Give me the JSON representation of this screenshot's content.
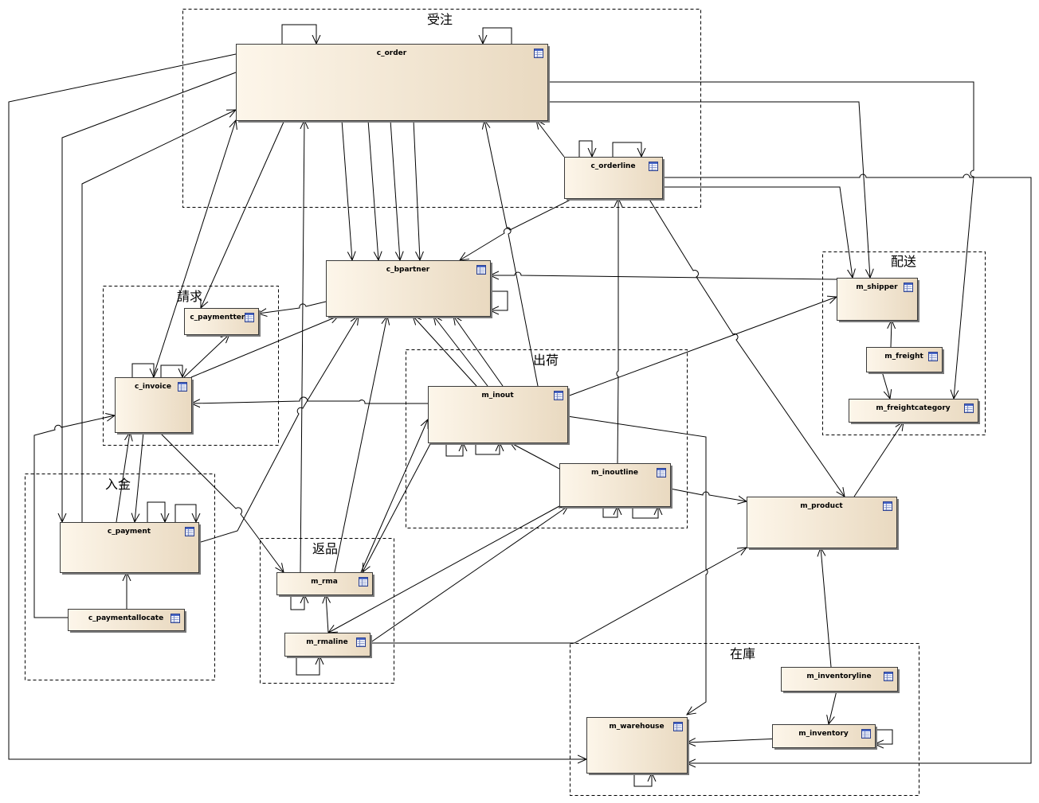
{
  "packages": [
    {
      "id": "juchu",
      "label": "受注"
    },
    {
      "id": "seikyu",
      "label": "請求"
    },
    {
      "id": "nyukin",
      "label": "入金"
    },
    {
      "id": "henpin",
      "label": "返品"
    },
    {
      "id": "shukka",
      "label": "出荷"
    },
    {
      "id": "haiso",
      "label": "配送"
    },
    {
      "id": "zaiko",
      "label": "在庫"
    }
  ],
  "tables": [
    {
      "id": "c_order",
      "label": "c_order"
    },
    {
      "id": "c_orderline",
      "label": "c_orderline"
    },
    {
      "id": "c_bpartner",
      "label": "c_bpartner"
    },
    {
      "id": "c_paymentterm",
      "label": "c_paymentterm"
    },
    {
      "id": "c_invoice",
      "label": "c_invoice"
    },
    {
      "id": "c_payment",
      "label": "c_payment"
    },
    {
      "id": "c_paymentallocate",
      "label": "c_paymentallocate"
    },
    {
      "id": "m_rma",
      "label": "m_rma"
    },
    {
      "id": "m_rmaline",
      "label": "m_rmaline"
    },
    {
      "id": "m_inout",
      "label": "m_inout"
    },
    {
      "id": "m_inoutline",
      "label": "m_inoutline"
    },
    {
      "id": "m_product",
      "label": "m_product"
    },
    {
      "id": "m_shipper",
      "label": "m_shipper"
    },
    {
      "id": "m_freight",
      "label": "m_freight"
    },
    {
      "id": "m_freightcategory",
      "label": "m_freightcategory"
    },
    {
      "id": "m_inventoryline",
      "label": "m_inventoryline"
    },
    {
      "id": "m_inventory",
      "label": "m_inventory"
    },
    {
      "id": "m_warehouse",
      "label": "m_warehouse"
    }
  ],
  "edges": [
    [
      "c_order",
      "c_order"
    ],
    [
      "c_order",
      "c_order"
    ],
    [
      "c_order",
      "c_bpartner"
    ],
    [
      "c_order",
      "c_bpartner"
    ],
    [
      "c_order",
      "c_bpartner"
    ],
    [
      "c_order",
      "c_bpartner"
    ],
    [
      "c_order",
      "c_paymentterm"
    ],
    [
      "c_order",
      "m_shipper"
    ],
    [
      "c_order",
      "m_freightcategory"
    ],
    [
      "c_order",
      "c_payment"
    ],
    [
      "c_order",
      "m_warehouse"
    ],
    [
      "c_orderline",
      "c_order"
    ],
    [
      "c_orderline",
      "c_orderline"
    ],
    [
      "c_orderline",
      "c_orderline"
    ],
    [
      "c_orderline",
      "c_bpartner"
    ],
    [
      "c_orderline",
      "m_shipper"
    ],
    [
      "c_orderline",
      "m_product"
    ],
    [
      "c_orderline",
      "m_warehouse"
    ],
    [
      "c_bpartner",
      "c_bpartner"
    ],
    [
      "c_bpartner",
      "c_paymentterm"
    ],
    [
      "m_shipper",
      "c_bpartner"
    ],
    [
      "c_invoice",
      "c_order"
    ],
    [
      "c_invoice",
      "c_invoice"
    ],
    [
      "c_invoice",
      "c_invoice"
    ],
    [
      "c_invoice",
      "c_paymentterm"
    ],
    [
      "c_invoice",
      "c_bpartner"
    ],
    [
      "c_invoice",
      "m_rma"
    ],
    [
      "c_invoice",
      "c_payment"
    ],
    [
      "c_payment",
      "c_order"
    ],
    [
      "c_payment",
      "c_payment"
    ],
    [
      "c_payment",
      "c_payment"
    ],
    [
      "c_payment",
      "c_invoice"
    ],
    [
      "c_payment",
      "c_bpartner"
    ],
    [
      "c_paymentallocate",
      "c_payment"
    ],
    [
      "c_paymentallocate",
      "c_invoice"
    ],
    [
      "m_rma",
      "c_order"
    ],
    [
      "m_rma",
      "c_bpartner"
    ],
    [
      "m_rma",
      "m_rma"
    ],
    [
      "m_rma",
      "m_inout"
    ],
    [
      "m_rmaline",
      "m_rma"
    ],
    [
      "m_rmaline",
      "m_rmaline"
    ],
    [
      "m_rmaline",
      "m_inoutline"
    ],
    [
      "m_rmaline",
      "m_product"
    ],
    [
      "m_inout",
      "c_order"
    ],
    [
      "m_inout",
      "c_bpartner"
    ],
    [
      "m_inout",
      "c_bpartner"
    ],
    [
      "m_inout",
      "c_bpartner"
    ],
    [
      "m_inout",
      "c_invoice"
    ],
    [
      "m_inout",
      "m_shipper"
    ],
    [
      "m_inout",
      "m_rma"
    ],
    [
      "m_inout",
      "m_warehouse"
    ],
    [
      "m_inout",
      "m_inout"
    ],
    [
      "m_inout",
      "m_inout"
    ],
    [
      "m_inoutline",
      "m_inout"
    ],
    [
      "m_inoutline",
      "c_orderline"
    ],
    [
      "m_inoutline",
      "m_product"
    ],
    [
      "m_inoutline",
      "m_rmaline"
    ],
    [
      "m_inoutline",
      "m_inoutline"
    ],
    [
      "m_inoutline",
      "m_inoutline"
    ],
    [
      "m_freight",
      "m_shipper"
    ],
    [
      "m_freight",
      "m_freightcategory"
    ],
    [
      "m_product",
      "m_freightcategory"
    ],
    [
      "m_inventoryline",
      "m_product"
    ],
    [
      "m_inventoryline",
      "m_inventory"
    ],
    [
      "m_inventoryline",
      "m_inventoryline"
    ],
    [
      "m_inventory",
      "m_warehouse"
    ],
    [
      "m_inventory",
      "m_inventory"
    ],
    [
      "m_warehouse",
      "m_warehouse"
    ]
  ]
}
